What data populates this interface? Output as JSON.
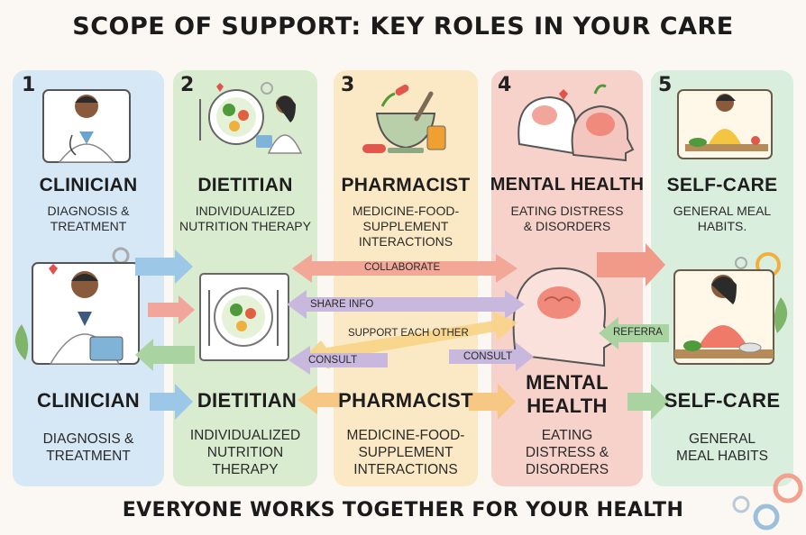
{
  "title": "SCOPE OF SUPPORT: KEY ROLES IN YOUR CARE",
  "footer": "EVERYONE WORKS TOGETHER FOR YOUR HEALTH",
  "colors": {
    "clinician": "#d6e8f5",
    "dietitian": "#d9ecd0",
    "pharmacist": "#fbe8c4",
    "mental_health": "#f7d2cb",
    "self_care": "#d9eedd"
  },
  "roles_top": [
    {
      "number": "1",
      "name": "CLINICIAN",
      "desc_lines": [
        "DIAGNOSIS &",
        "TREATMENT"
      ],
      "icon": "doctor-icon"
    },
    {
      "number": "2",
      "name": "DIETITIAN",
      "desc_lines": [
        "INDIVIDUALIZED",
        "NUTRITION THERAPY"
      ],
      "icon": "dietitian-icon"
    },
    {
      "number": "3",
      "name": "PHARMACIST",
      "desc_lines": [
        "MEDICINE-FOOD-",
        "SUPPLEMENT",
        "INTERACTIONS"
      ],
      "icon": "mortar-pestle-icon"
    },
    {
      "number": "4",
      "name": "MENTAL HEALTH",
      "desc_lines": [
        "EATING DISTRESS",
        "& DISORDERS"
      ],
      "icon": "brain-icon"
    },
    {
      "number": "5",
      "name": "SELF-CARE",
      "desc_lines": [
        "GENERAL MEAL",
        "HABITS."
      ],
      "icon": "cooking-person-icon"
    }
  ],
  "roles_bottom": [
    {
      "name_lines": [
        "CLINICIAN"
      ],
      "desc_lines": [
        "DIAGNOSIS &",
        "TREATMENT"
      ]
    },
    {
      "name_lines": [
        "DIETITIAN"
      ],
      "desc_lines": [
        "INDIVIDUALIZED",
        "NUTRITION",
        "THERAPY"
      ]
    },
    {
      "name_lines": [
        "PHARMACIST"
      ],
      "desc_lines": [
        "MEDICINE-FOOD-",
        "SUPPLEMENT",
        "INTERACTIONS"
      ]
    },
    {
      "name_lines": [
        "MENTAL",
        "HEALTH"
      ],
      "desc_lines": [
        "EATING",
        "DISTRESS &",
        "DISORDERS"
      ]
    },
    {
      "name_lines": [
        "SELF-CARE"
      ],
      "desc_lines": [
        "GENERAL",
        "MEAL HABITS"
      ]
    }
  ],
  "arrow_labels": {
    "collaborate": "COLLABORATE",
    "share_info": "SHARE INFO",
    "support_each_other": "SUPPORT EACH OTHER",
    "consult_left": "CONSULT",
    "consult_right": "CONSULT",
    "referral": "REFERRA"
  }
}
